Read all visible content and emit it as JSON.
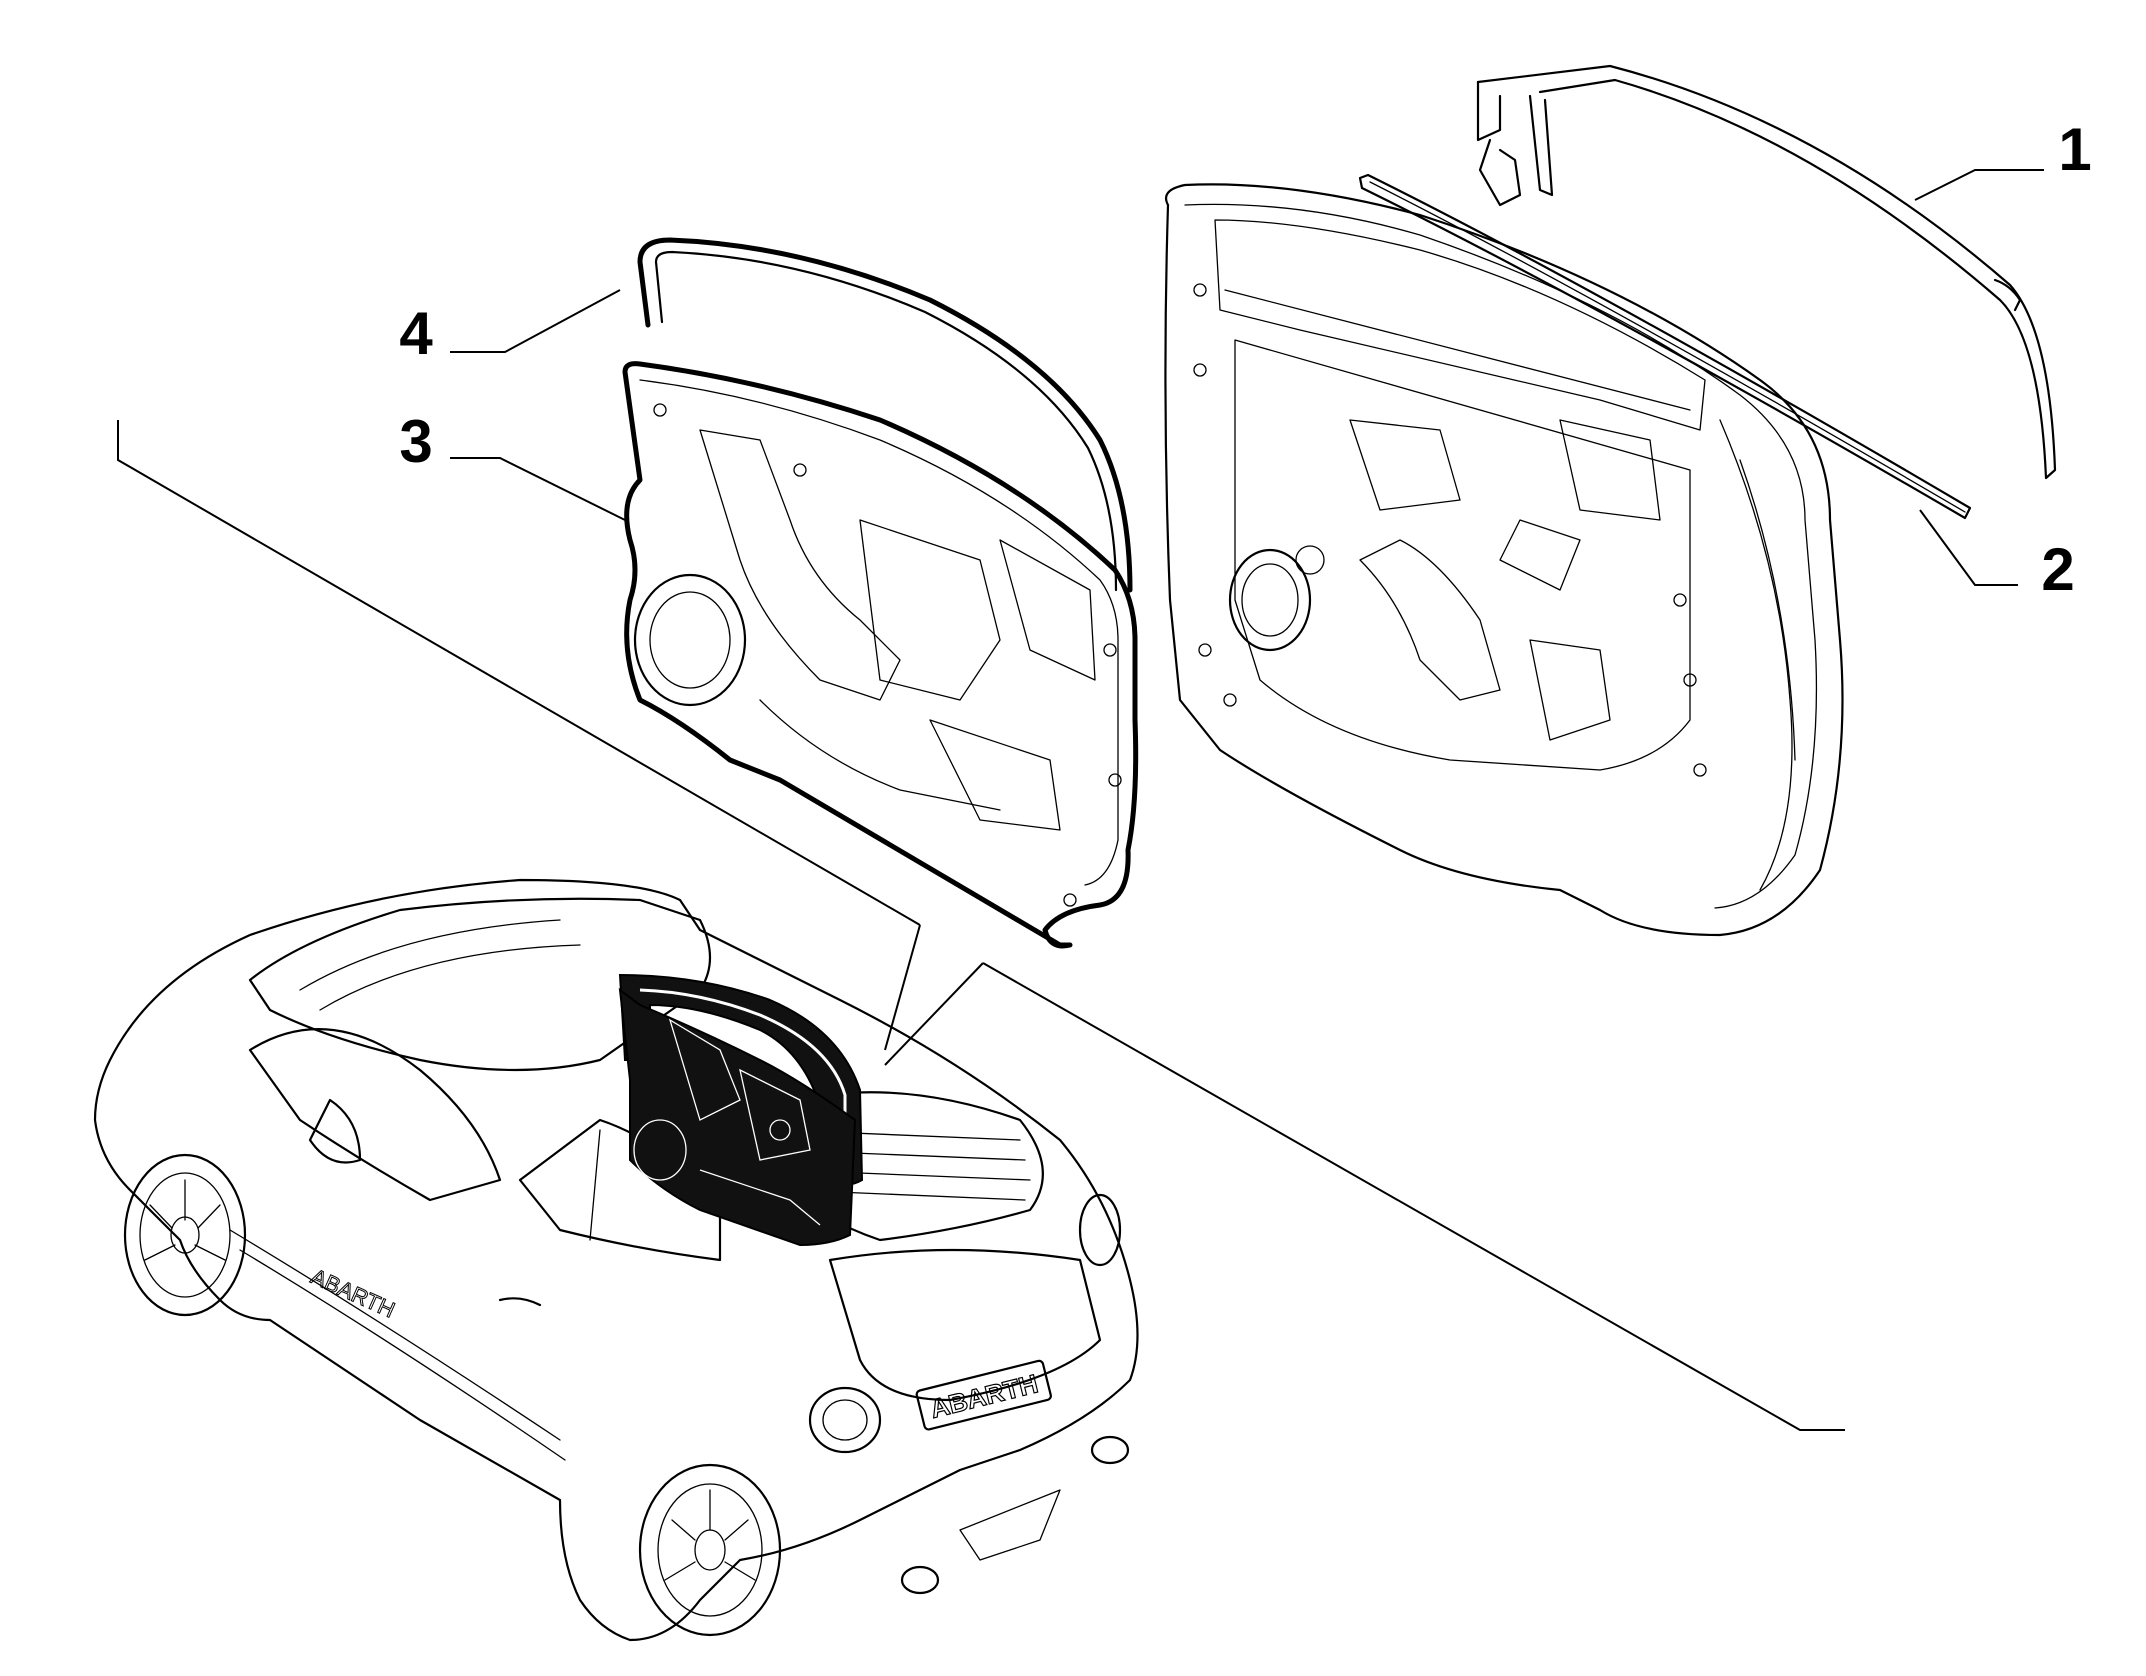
{
  "callouts": [
    {
      "id": "1",
      "label": "1"
    },
    {
      "id": "2",
      "label": "2"
    },
    {
      "id": "3",
      "label": "3"
    },
    {
      "id": "4",
      "label": "4"
    }
  ],
  "car_badges": {
    "side_stripe": "ABARTH",
    "plate": "ABARTH"
  }
}
